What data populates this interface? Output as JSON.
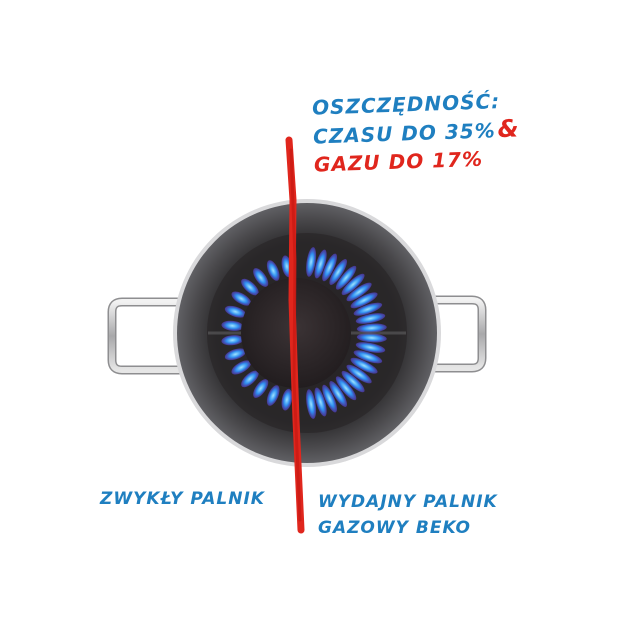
{
  "headline": {
    "line1": "OSZCZĘDNOŚĆ:",
    "line2": "CZASU DO 35%",
    "ampersand": "&",
    "line3": "GAZU DO 17%"
  },
  "labels": {
    "left": "ZWYKŁY PALNIK",
    "right_line1": "WYDAJNY PALNIK",
    "right_line2": "GAZOWY BEKO"
  },
  "colors": {
    "blue": "#1f7fc0",
    "red": "#e0261d",
    "pot_dark": "#3a3a3c",
    "flame": "#3aa0ff"
  }
}
